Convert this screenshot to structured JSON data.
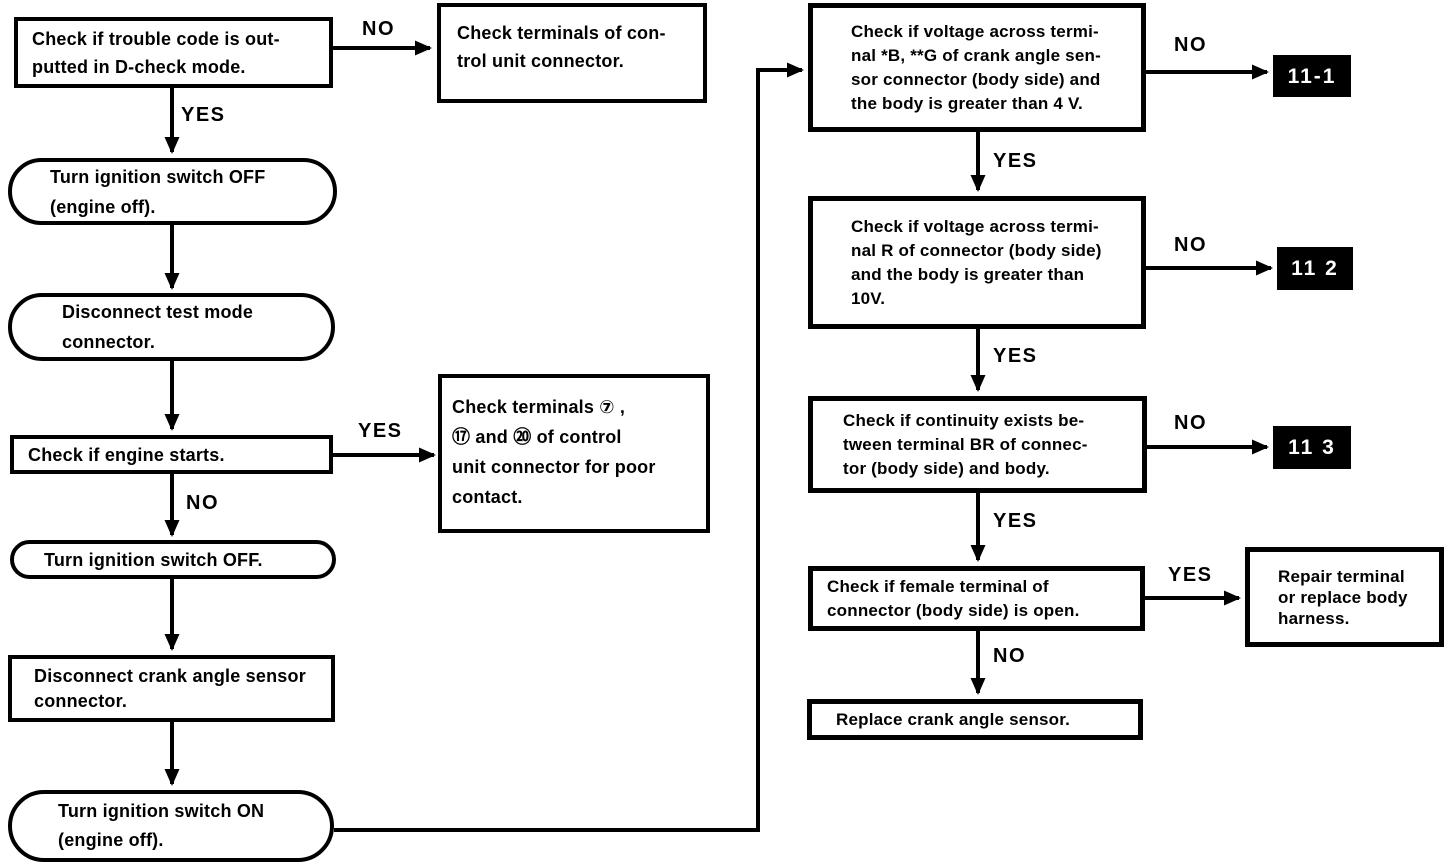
{
  "diagram": {
    "type": "flowchart",
    "description": "Crank angle sensor diagnostic trouble-shooting flowchart",
    "colors": {
      "ink": "#000000",
      "background": "#ffffff",
      "goto_bg": "#000000",
      "goto_text": "#ffffff"
    },
    "nodes": {
      "check_trouble_code": {
        "shape": "rect",
        "text": "Check if trouble code is out-\nputted in D-check mode."
      },
      "check_terminals_control_unit": {
        "shape": "rect",
        "text": "Check terminals of con-\ntrol unit connector."
      },
      "ignition_off_engine_off": {
        "shape": "rounded",
        "text": "Turn ignition switch OFF\n(engine off)."
      },
      "disconnect_test_mode": {
        "shape": "rounded",
        "text": "Disconnect test mode\nconnector."
      },
      "check_engine_starts": {
        "shape": "rect",
        "text": "Check if engine starts."
      },
      "check_terminals_7_17_20": {
        "shape": "rect",
        "text": "Check terminals ⑦ ,\n ⑰ and ⑳ of control\nunit connector for poor\ncontact."
      },
      "ignition_off": {
        "shape": "rounded",
        "text": "Turn ignition switch OFF."
      },
      "disconnect_crank_sensor": {
        "shape": "rect",
        "text": "Disconnect crank angle sensor\nconnector."
      },
      "ignition_on_engine_off": {
        "shape": "rounded",
        "text": "Turn ignition switch ON\n(engine off)."
      },
      "check_voltage_bg": {
        "shape": "rect",
        "text": "Check if voltage across termi-\nnal *B, **G of crank angle sen-\nsor connector (body side) and\nthe body is greater than 4 V."
      },
      "check_voltage_r": {
        "shape": "rect",
        "text": "Check if voltage across termi-\nnal R of connector (body side)\nand the body is greater than\n10V."
      },
      "check_continuity_br": {
        "shape": "rect",
        "text": "Check if continuity exists be-\ntween terminal BR of connec-\ntor (body side) and body."
      },
      "check_female_terminal": {
        "shape": "rect",
        "text": "Check if female terminal of\nconnector (body side) is open."
      },
      "replace_crank_sensor": {
        "shape": "rect",
        "text": "Replace crank angle sensor."
      },
      "repair_terminal": {
        "shape": "rect",
        "text": "Repair terminal\nor replace body\nharness."
      },
      "goto_11_1": {
        "shape": "goto",
        "text": "11-1"
      },
      "goto_11_2": {
        "shape": "goto",
        "text": "11 2"
      },
      "goto_11_3": {
        "shape": "goto",
        "text": "11 3"
      }
    },
    "edges": [
      {
        "from": "check_trouble_code",
        "to": "check_terminals_control_unit",
        "label": "NO"
      },
      {
        "from": "check_trouble_code",
        "to": "ignition_off_engine_off",
        "label": "YES"
      },
      {
        "from": "ignition_off_engine_off",
        "to": "disconnect_test_mode",
        "label": ""
      },
      {
        "from": "disconnect_test_mode",
        "to": "check_engine_starts",
        "label": ""
      },
      {
        "from": "check_engine_starts",
        "to": "check_terminals_7_17_20",
        "label": "YES"
      },
      {
        "from": "check_engine_starts",
        "to": "ignition_off",
        "label": "NO"
      },
      {
        "from": "ignition_off",
        "to": "disconnect_crank_sensor",
        "label": ""
      },
      {
        "from": "disconnect_crank_sensor",
        "to": "ignition_on_engine_off",
        "label": ""
      },
      {
        "from": "ignition_on_engine_off",
        "to": "check_voltage_bg",
        "label": ""
      },
      {
        "from": "check_voltage_bg",
        "to": "goto_11_1",
        "label": "NO"
      },
      {
        "from": "check_voltage_bg",
        "to": "check_voltage_r",
        "label": "YES"
      },
      {
        "from": "check_voltage_r",
        "to": "goto_11_2",
        "label": "NO"
      },
      {
        "from": "check_voltage_r",
        "to": "check_continuity_br",
        "label": "YES"
      },
      {
        "from": "check_continuity_br",
        "to": "goto_11_3",
        "label": "NO"
      },
      {
        "from": "check_continuity_br",
        "to": "check_female_terminal",
        "label": "YES"
      },
      {
        "from": "check_female_terminal",
        "to": "repair_terminal",
        "label": "YES"
      },
      {
        "from": "check_female_terminal",
        "to": "replace_crank_sensor",
        "label": "NO"
      }
    ]
  }
}
